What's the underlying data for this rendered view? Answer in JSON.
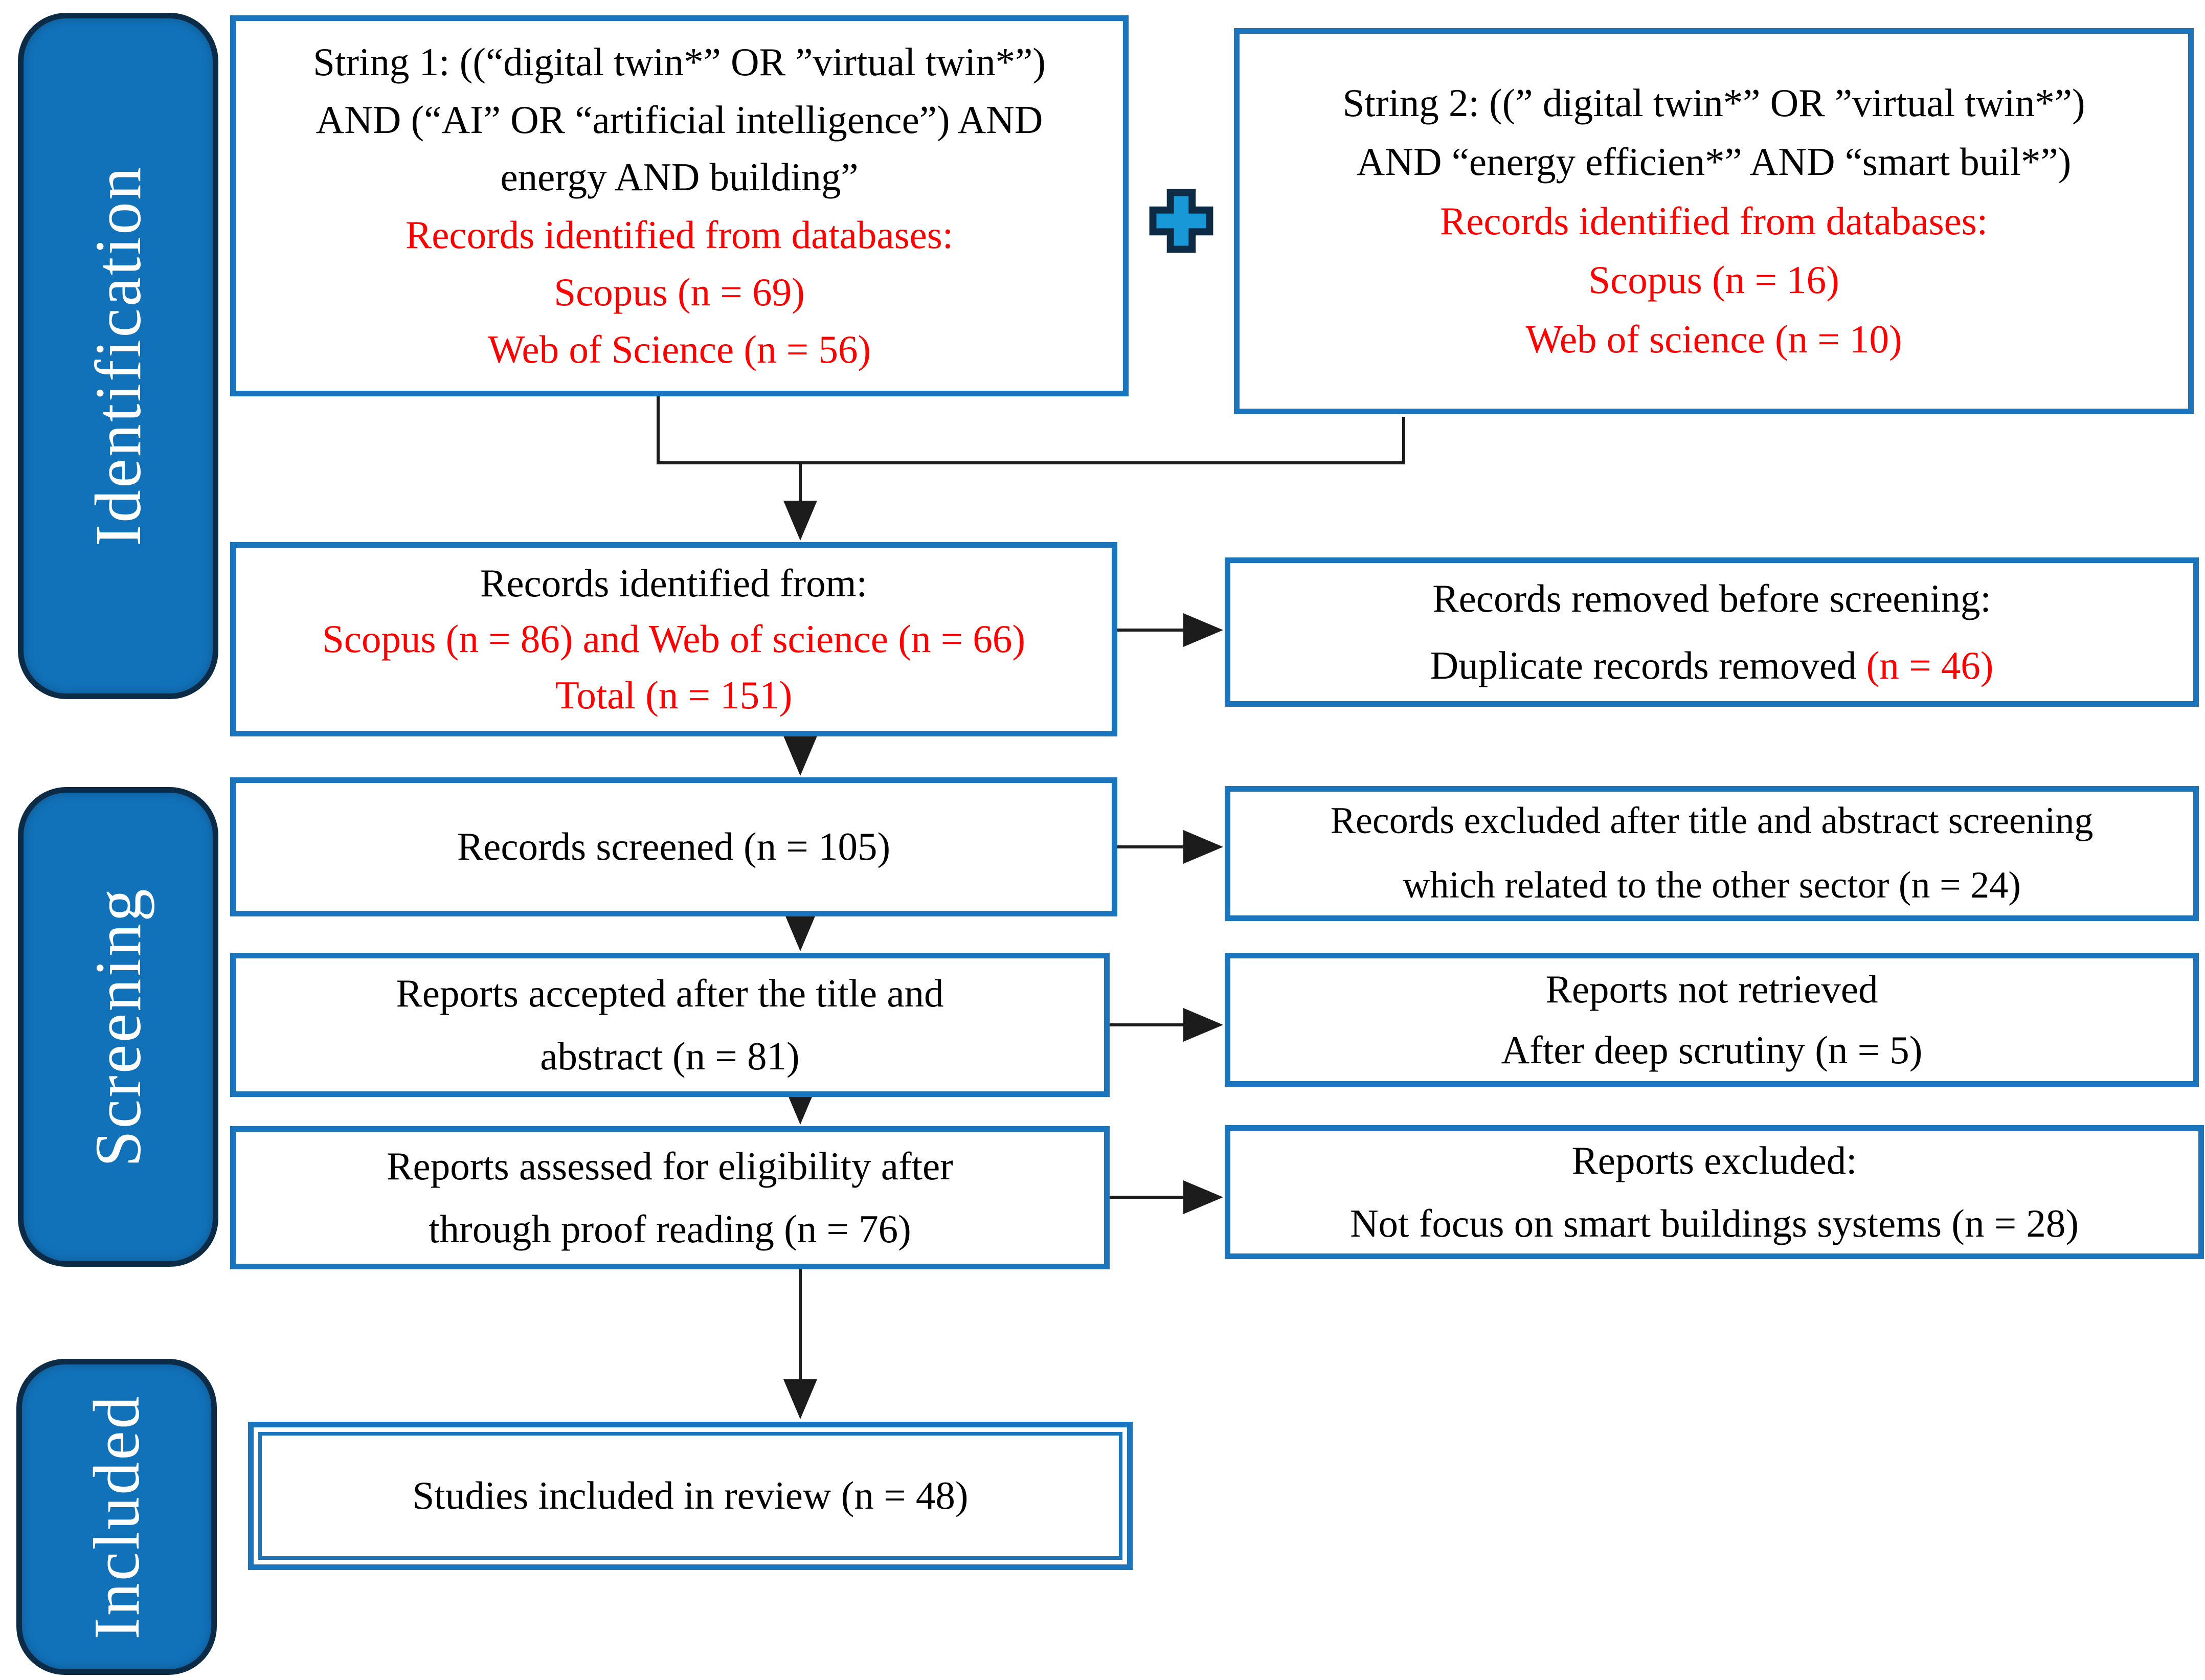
{
  "palette": {
    "box_border": "#1b75bc",
    "pill_fill": "#1272b9",
    "pill_border": "#0c2b47",
    "pill_text": "#ffffff",
    "text": "#000000",
    "red": "#fe0000",
    "plus_fill": "#1898d7",
    "plus_border": "#0e2b46",
    "arrow": "#1c1c1c"
  },
  "icons": {
    "plus": "plus-icon"
  },
  "stages": [
    {
      "label": "Identification"
    },
    {
      "label": "Screening"
    },
    {
      "label": "Included"
    }
  ],
  "boxes": {
    "string1": {
      "query_lines": [
        "String 1: ((“digital twin*” OR ”virtual twin*”)",
        "AND (“AI” OR “artificial intelligence”) AND",
        "energy AND building”"
      ],
      "records_title": "Records identified from databases:",
      "sources": [
        "Scopus (n = 69)",
        "Web of Science (n = 56)"
      ]
    },
    "string2": {
      "query_lines": [
        "String 2: ((” digital twin*” OR ”virtual twin*”)",
        "AND “energy efficien*” AND “smart buil*”)"
      ],
      "records_title": "Records identified from databases:",
      "sources": [
        "Scopus (n = 16)",
        "Web of science (n = 10)"
      ]
    },
    "identified": {
      "title": "Records identified from:",
      "detail": "Scopus (n = 86) and Web of science (n = 66)",
      "total": "Total (n = 151)"
    },
    "removed": {
      "line1": "Records removed before screening:",
      "line2_black": "Duplicate records removed ",
      "line2_red": "(n = 46)"
    },
    "screened": {
      "label": "Records screened (n = 105)"
    },
    "excluded_screening": {
      "line1": "Records excluded after title and abstract screening",
      "line2": "which related to the other sector (n = 24)"
    },
    "accepted": {
      "line1": "Reports accepted after the title and",
      "line2": "abstract (n = 81)"
    },
    "not_retrieved": {
      "line1": "Reports not retrieved",
      "line2": "After deep scrutiny (n = 5)"
    },
    "assessed": {
      "line1": "Reports assessed for eligibility after",
      "line2": "through proof reading (n = 76)"
    },
    "excluded_focus": {
      "line1": "Reports excluded:",
      "line2": "Not focus on smart buildings systems (n = 28)"
    },
    "included": {
      "label": "Studies included in review (n = 48)"
    }
  }
}
